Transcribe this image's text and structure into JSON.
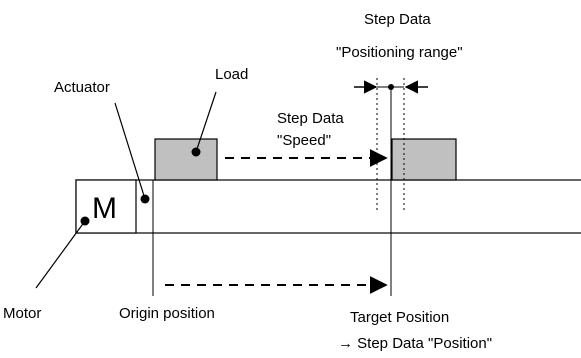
{
  "labels": {
    "step_data_range_line1": "Step Data",
    "step_data_range_line2": "\"Positioning range\"",
    "load": "Load",
    "actuator": "Actuator",
    "step_data_speed_line1": "Step Data",
    "step_data_speed_line2": "\"Speed\"",
    "motor_symbol": "M",
    "motor": "Motor",
    "origin_position": "Origin position",
    "target_position": "Target Position",
    "target_step_data": "→ Step Data \"Position\""
  },
  "colors": {
    "load_fill": "#c0c0c0",
    "line": "#000000",
    "background": "#ffffff"
  }
}
